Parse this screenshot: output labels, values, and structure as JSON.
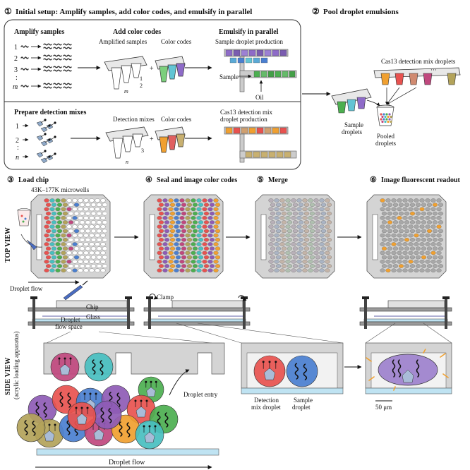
{
  "step1": {
    "num": "①",
    "title": "Initial setup: Amplify samples, add color codes, and emulsify in parallel"
  },
  "step2": {
    "num": "②",
    "title": "Pool droplet emulsions"
  },
  "step3": {
    "num": "③",
    "title": "Load chip"
  },
  "step4": {
    "num": "④",
    "title": "Seal and image color codes"
  },
  "step5": {
    "num": "⑤",
    "title": "Merge"
  },
  "step6": {
    "num": "⑥",
    "title": "Image fluorescent readout"
  },
  "setup": {
    "amplify_title": "Amplify samples",
    "add_codes_title": "Add color codes",
    "amplified_samples": "Amplified samples",
    "color_codes": "Color codes",
    "color_codes_2": "Color codes",
    "emulsify_title": "Emulsify in parallel",
    "sample_droplet_production": "Sample droplet production",
    "sample_label": "Sample",
    "oil_label": "Oil",
    "sample_rows": [
      "1",
      "2",
      "3",
      ":",
      "m"
    ],
    "tube_m": "m",
    "tube_1": "1",
    "tube_2": "2",
    "prepare_title": "Prepare detection mixes",
    "detection_mixes": "Detection mixes",
    "cas13_production_line1": "Cas13 detection mix",
    "cas13_production_line2": "droplet production",
    "mix_rows": [
      "1",
      "2",
      ":",
      "n"
    ],
    "tube_n": "n",
    "tube_3": "3",
    "plus": "+"
  },
  "pool": {
    "cas13_droplets": "Cas13 detection mix droplets",
    "sample_droplets_l1": "Sample",
    "sample_droplets_l2": "droplets",
    "pooled_l1": "Pooled",
    "pooled_l2": "droplets",
    "ellipsis": "···"
  },
  "chip": {
    "microwells": "43K–177K microwells",
    "top_view": "TOP VIEW",
    "side_view": "SIDE VIEW",
    "side_view_sub": "(acrylic loading apparatus)",
    "droplet_flow_top": "Droplet flow",
    "chip_label": "Chip",
    "glass_label": "Glass",
    "droplet_flow_space_l1": "Droplet",
    "droplet_flow_space_l2": "flow space",
    "clamp_label": "Clamp",
    "droplet_entry": "Droplet entry",
    "droplet_flow_bottom": "Droplet flow",
    "detection_mix_l1": "Detection",
    "detection_mix_l2": "mix droplet",
    "sample_droplet_l1": "Sample",
    "sample_droplet_l2": "droplet",
    "scale_bar": "50 μm"
  },
  "colors": {
    "red": "#e8524f",
    "blue": "#4a7fd0",
    "green": "#4caf50",
    "purple": "#8e5bb5",
    "magenta": "#c0487e",
    "teal": "#48bfc0",
    "orange": "#f0a030",
    "olive": "#b3a35a",
    "chip_gray": "#d4d4d4",
    "glass_blue": "#bfe3f2"
  }
}
